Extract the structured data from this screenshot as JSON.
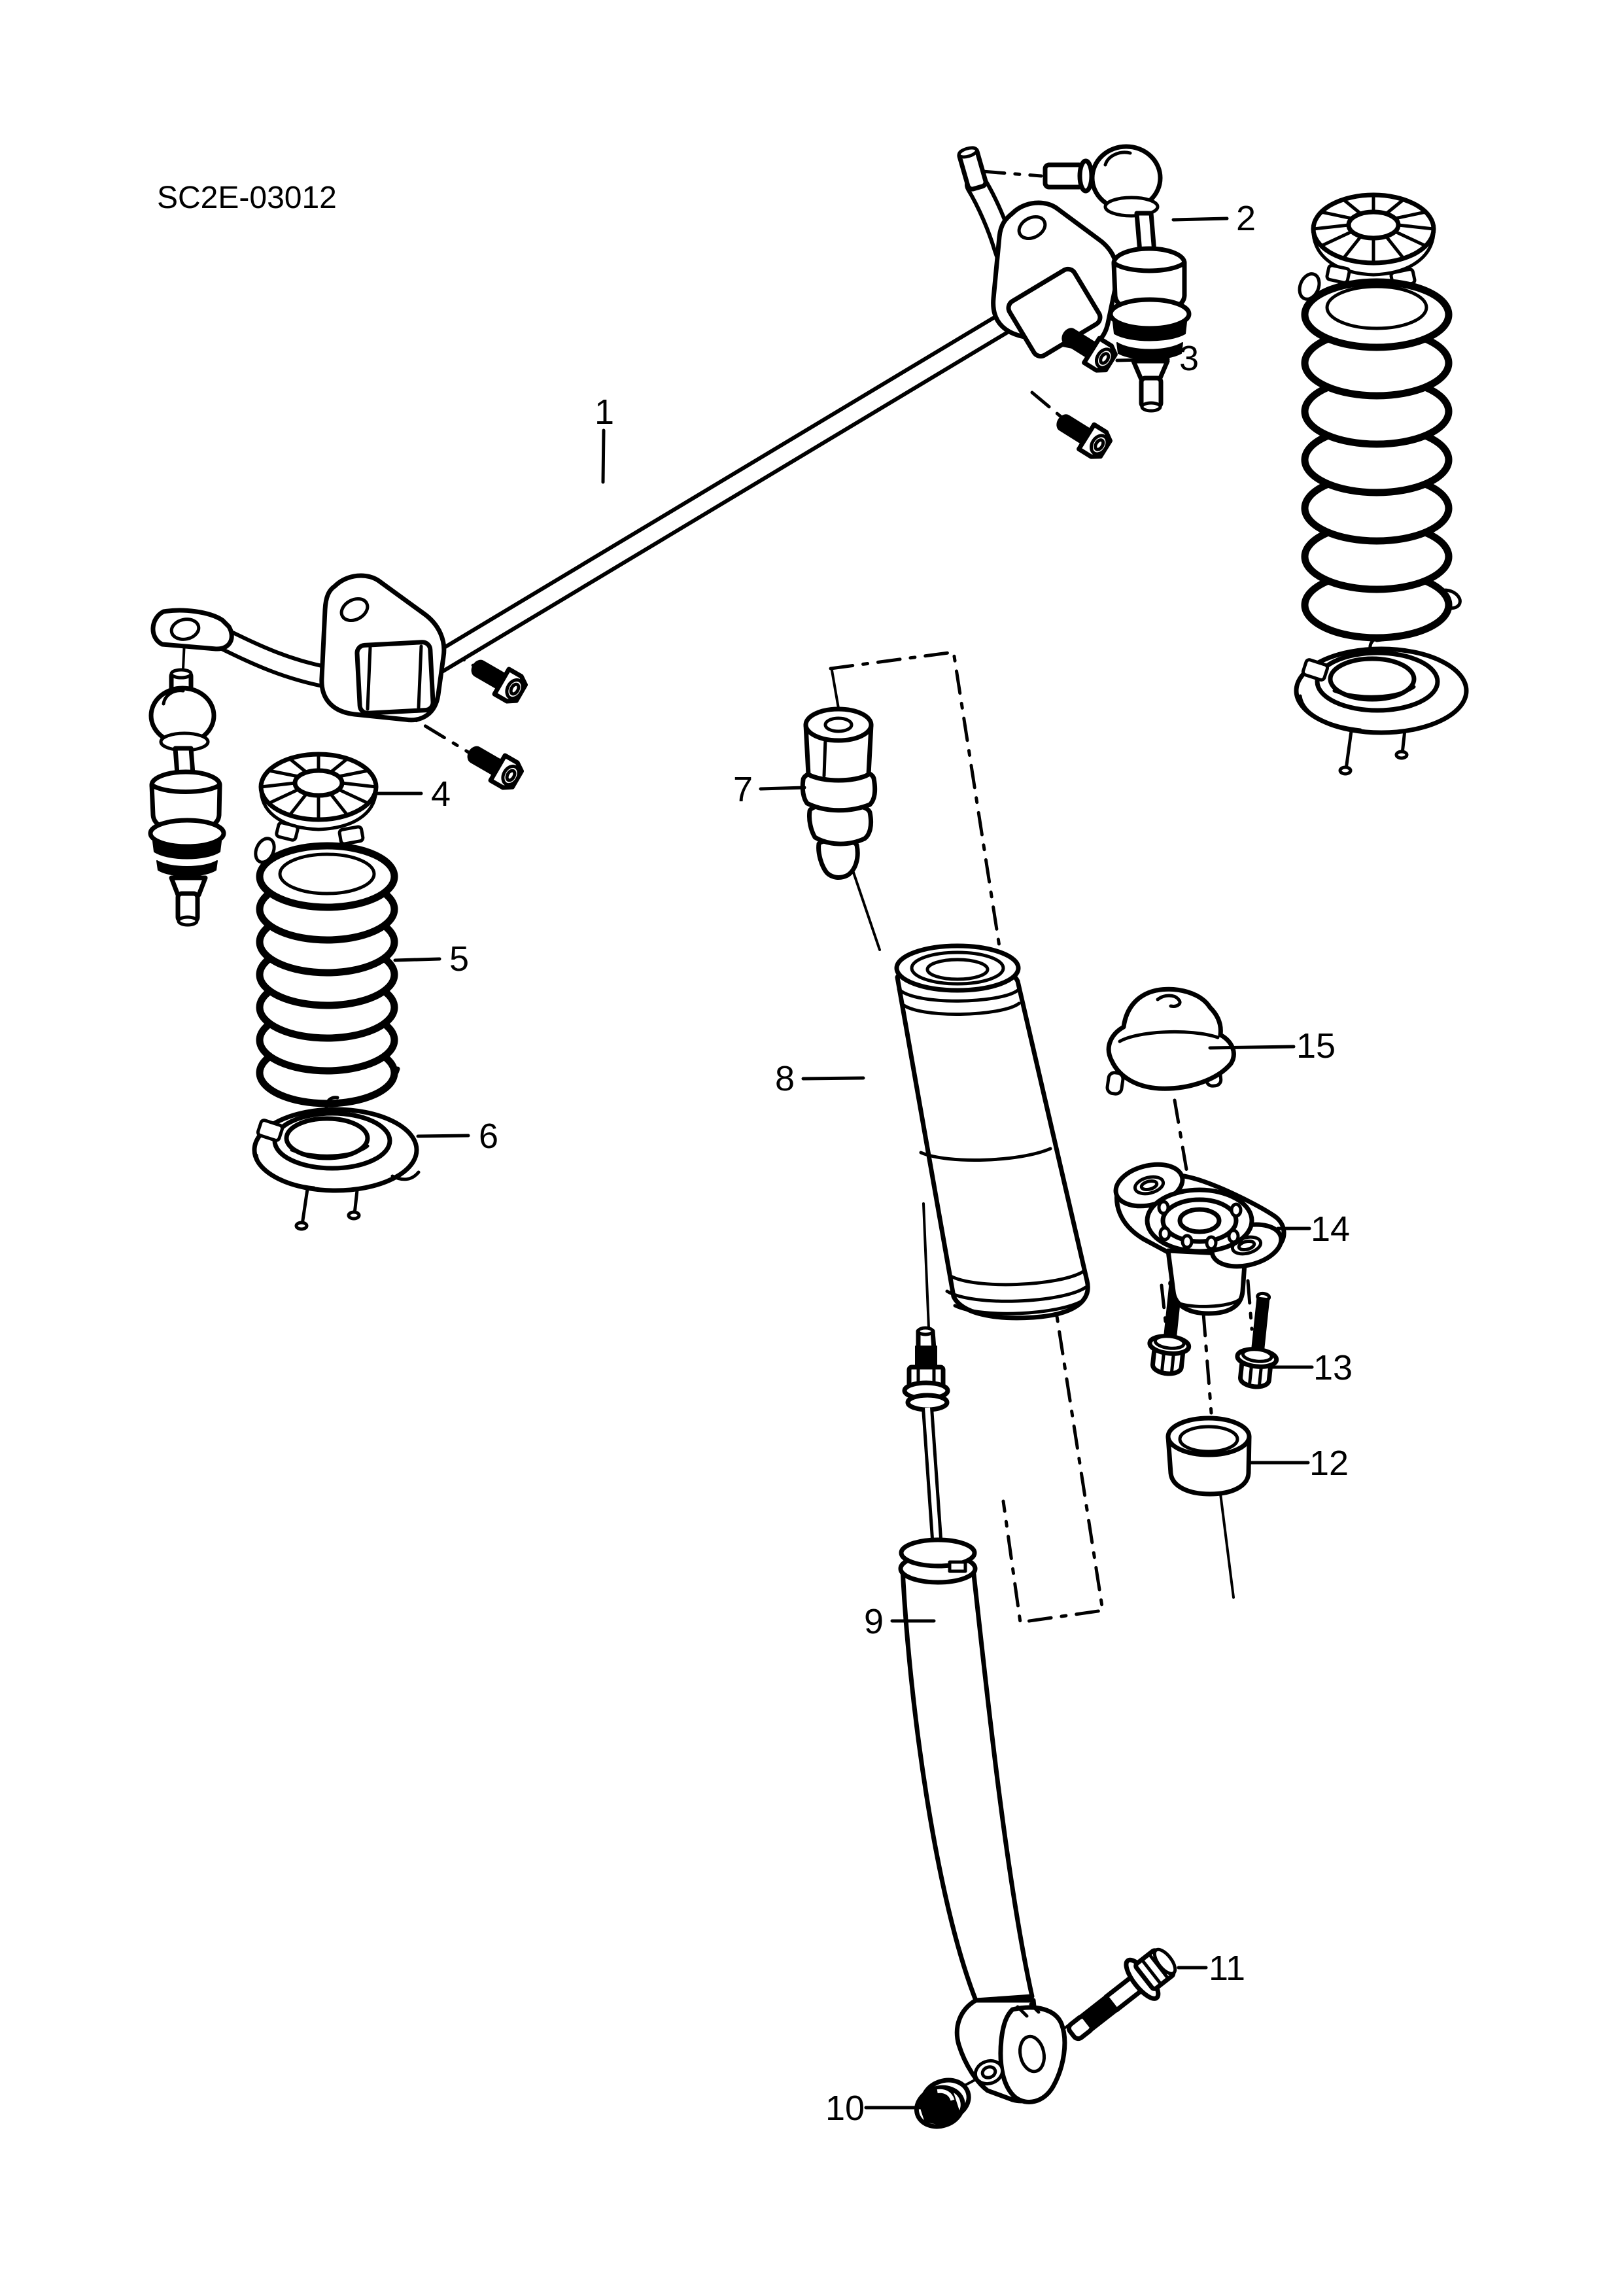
{
  "page": {
    "background": "#ffffff",
    "line_color": "#000000"
  },
  "diagram": {
    "code": "SC2E-03012"
  },
  "callouts": [
    {
      "num": "1",
      "part": "stabilizer-bar"
    },
    {
      "num": "2",
      "part": "stabilizer-link"
    },
    {
      "num": "3",
      "part": "bracket-bolt"
    },
    {
      "num": "4",
      "part": "spring-upper-insulator"
    },
    {
      "num": "5",
      "part": "coil-spring"
    },
    {
      "num": "6",
      "part": "spring-lower-seat"
    },
    {
      "num": "7",
      "part": "bump-stopper"
    },
    {
      "num": "8",
      "part": "dust-cover"
    },
    {
      "num": "9",
      "part": "shock-absorber"
    },
    {
      "num": "10",
      "part": "lock-nut"
    },
    {
      "num": "11",
      "part": "lower-mounting-bolt"
    },
    {
      "num": "12",
      "part": "mount-spacer"
    },
    {
      "num": "13",
      "part": "mount-bolt"
    },
    {
      "num": "14",
      "part": "shock-upper-mount"
    },
    {
      "num": "15",
      "part": "mount-cap"
    }
  ]
}
